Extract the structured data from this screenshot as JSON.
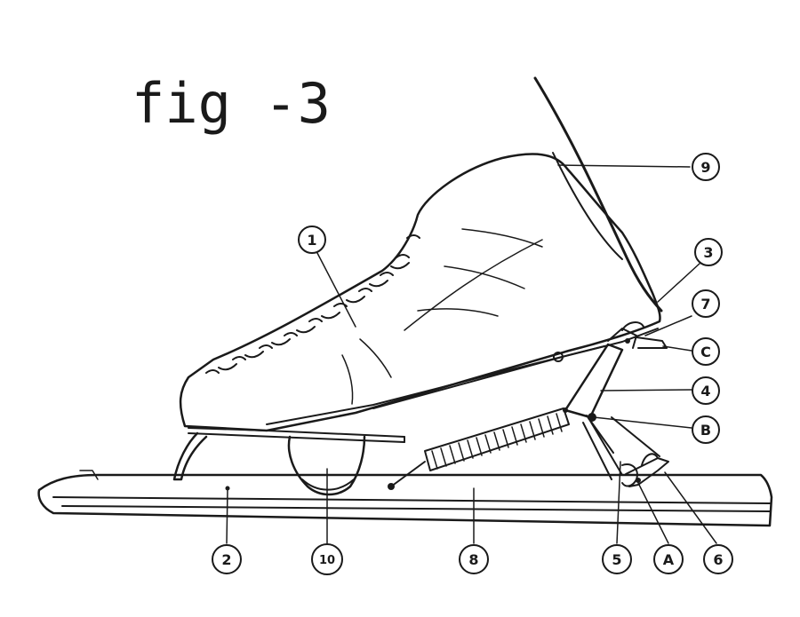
{
  "figure": {
    "title": "fig -3",
    "ink_color": "#1a1a1a",
    "paper_color": "#ffffff"
  },
  "callouts": [
    "1",
    "2",
    "3",
    "4",
    "5",
    "6",
    "7",
    "8",
    "9",
    "10",
    "A",
    "B",
    "C"
  ]
}
